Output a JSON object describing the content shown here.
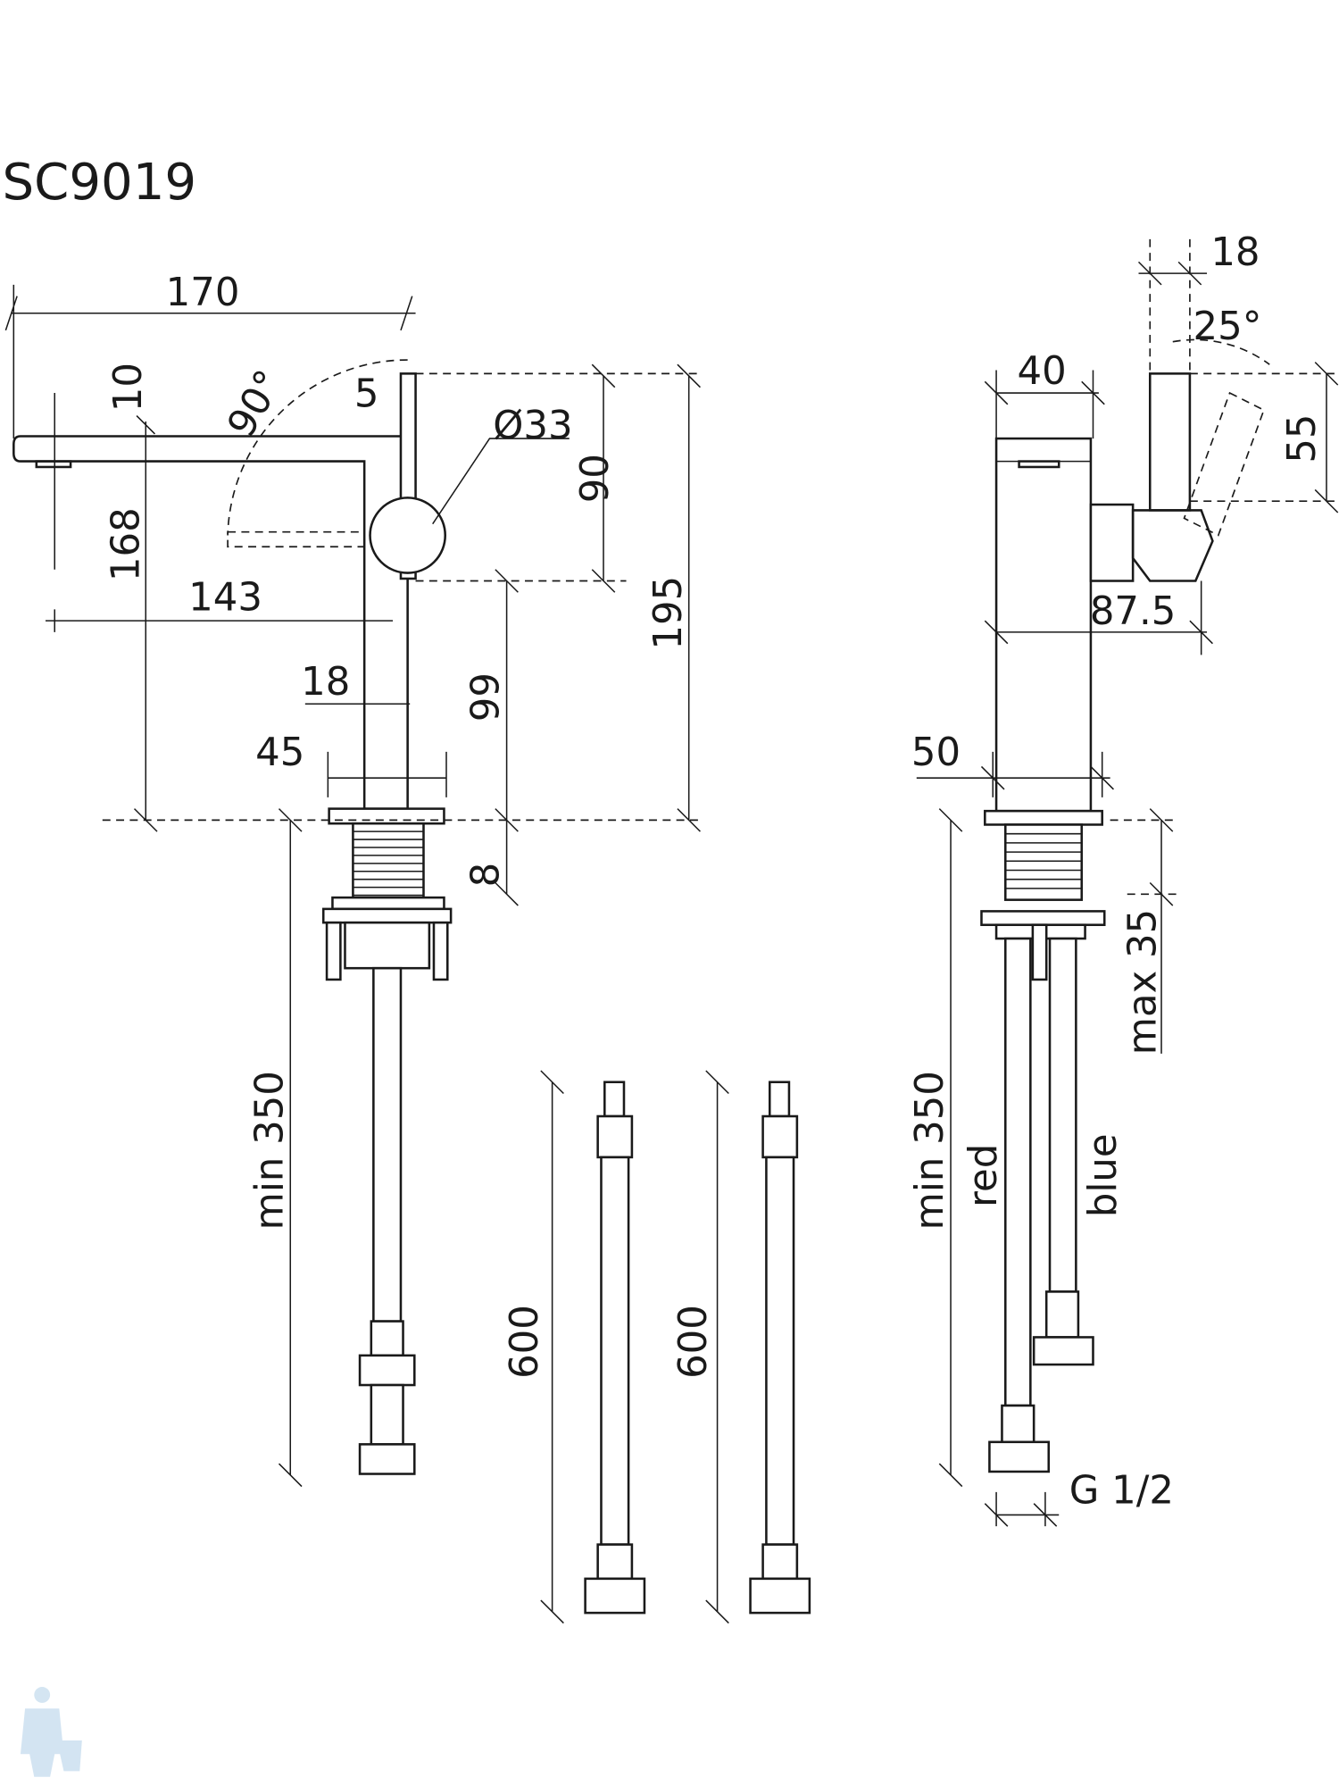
{
  "title": "SC9019",
  "side_view": {
    "dims": {
      "total_length": "170",
      "spout_height": "10",
      "rotation_angle": "90°",
      "lever_offset": "5",
      "knob_diameter": "Ø33",
      "lever_to_axis": "90",
      "spout_to_deck": "168",
      "spout_reach": "143",
      "total_height": "195",
      "body_width": "18",
      "axis_height": "99",
      "base_diameter": "45",
      "base_height": "8",
      "supply_min": "min 350"
    }
  },
  "hoses": {
    "hose_1_length": "600",
    "hose_2_length": "600"
  },
  "front_view": {
    "dims": {
      "lever_width": "18",
      "lever_angle": "25°",
      "body_width": "40",
      "lever_height": "55",
      "handle_depth": "87.5",
      "base_diameter": "50",
      "deck_thickness": "max 35",
      "supply_min": "min 350",
      "red_label": "red",
      "blue_label": "blue",
      "thread": "G 1/2"
    }
  },
  "watermark_logo": "plumber mascot"
}
